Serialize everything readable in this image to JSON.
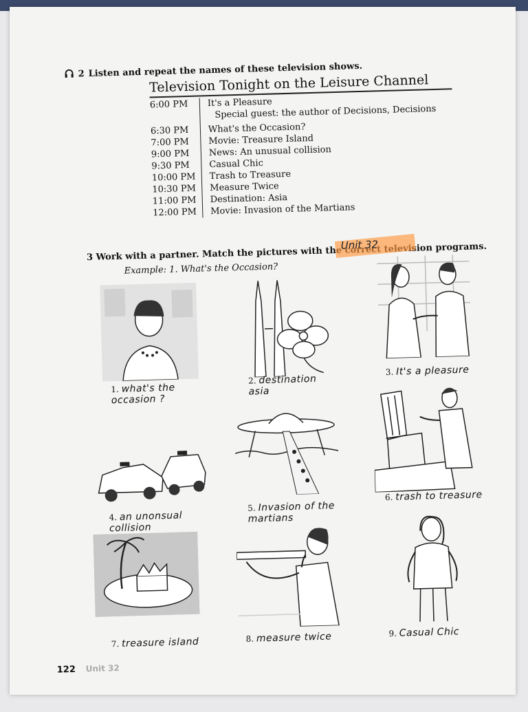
{
  "exercise2": {
    "number": "2",
    "instruction": "Listen and repeat the names of these television shows."
  },
  "schedule": {
    "title": "Television Tonight on the Leisure Channel",
    "rows": [
      {
        "time": "6:00 PM",
        "show": "It's a Pleasure"
      },
      {
        "time": "",
        "show": "Special guest: the author of Decisions, Decisions"
      },
      {
        "time": "6:30 PM",
        "show": "What's the Occasion?"
      },
      {
        "time": "7:00 PM",
        "show": "Movie: Treasure Island"
      },
      {
        "time": "9:00 PM",
        "show": "News: An unusual collision"
      },
      {
        "time": "9:30 PM",
        "show": "Casual Chic"
      },
      {
        "time": "10:00 PM",
        "show": "Trash to Treasure"
      },
      {
        "time": "10:30 PM",
        "show": "Measure Twice"
      },
      {
        "time": "11:00 PM",
        "show": "Destination: Asia"
      },
      {
        "time": "12:00 PM",
        "show": "Movie: Invasion of the Martians"
      }
    ]
  },
  "exercise3": {
    "number": "3",
    "instruction": "Work with a partner. Match the pictures with the correct television programs.",
    "example_label": "Example:",
    "example_text": "1. What's the Occasion?"
  },
  "handwritten_note": "Unit 32",
  "pictures": [
    {
      "num": "1.",
      "answer": "what's the occasion ?"
    },
    {
      "num": "2.",
      "answer": "destination asia"
    },
    {
      "num": "3.",
      "answer": "It's a pleasure"
    },
    {
      "num": "4.",
      "answer": "an unonsual collision"
    },
    {
      "num": "5.",
      "answer": "Invasion of the martians"
    },
    {
      "num": "6.",
      "answer": "trash to treasure"
    },
    {
      "num": "7.",
      "answer": "treasure island"
    },
    {
      "num": "8.",
      "answer": "measure twice"
    },
    {
      "num": "9.",
      "answer": "Casual Chic"
    }
  ],
  "footer": {
    "page_number": "122",
    "unit": "Unit 32"
  }
}
